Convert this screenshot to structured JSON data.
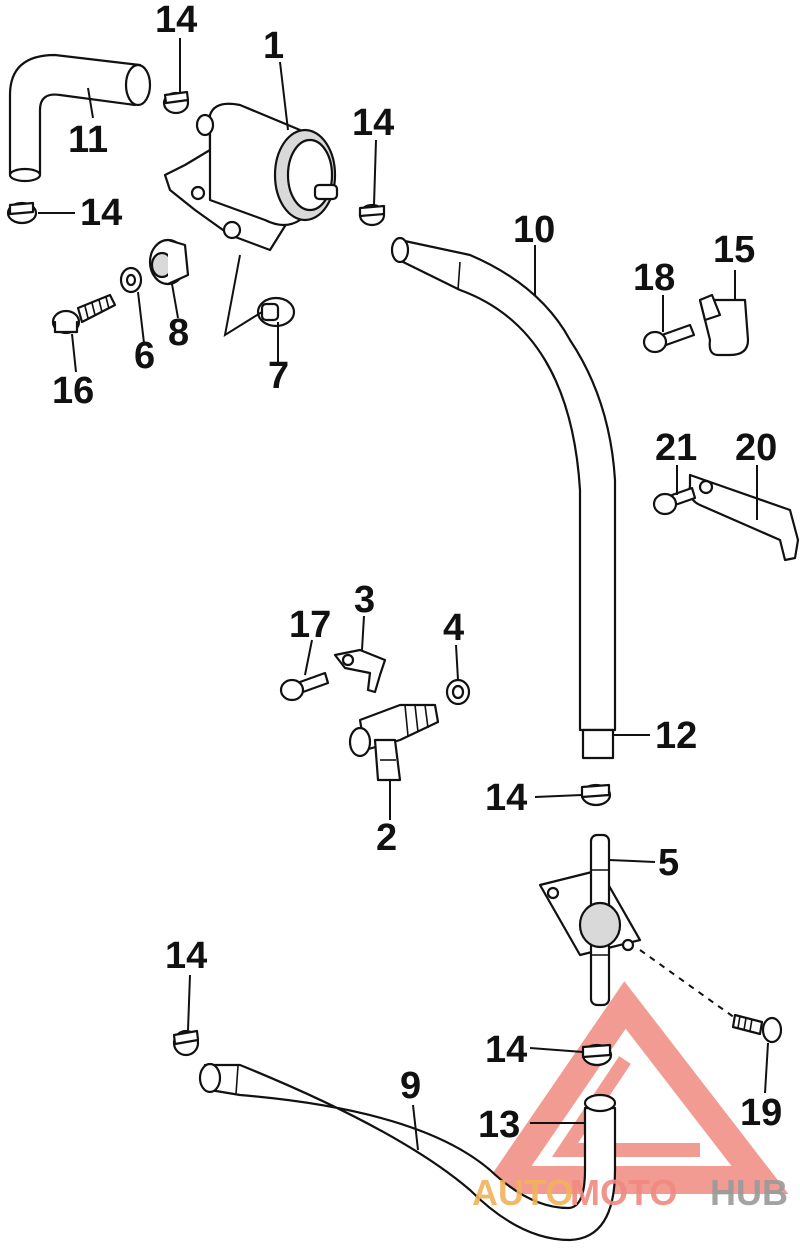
{
  "callouts": {
    "c1": "1",
    "c2": "2",
    "c3": "3",
    "c4": "4",
    "c5": "5",
    "c6": "6",
    "c7": "7",
    "c8": "8",
    "c9": "9",
    "c10": "10",
    "c11": "11",
    "c12": "12",
    "c13": "13",
    "c14a": "14",
    "c14b": "14",
    "c14c": "14",
    "c14d": "14",
    "c14e": "14",
    "c14f": "14",
    "c15": "15",
    "c16": "16",
    "c17": "17",
    "c18": "18",
    "c19": "19",
    "c20": "20",
    "c21": "21"
  },
  "watermark": {
    "part1": "AUTO",
    "part2": "MOTO",
    "part3": "HUB",
    "logo_color": "#f08a80",
    "text_color_1": "#f2b25a",
    "text_color_2": "#f08a80",
    "text_color_3": "#9a9a9a"
  }
}
